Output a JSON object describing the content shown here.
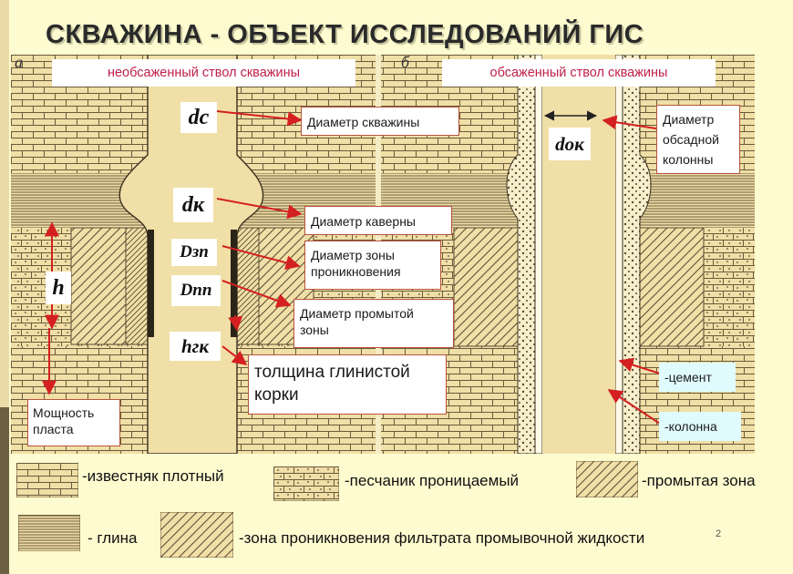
{
  "title": "СКВАЖИНА - ОБЪЕКТ  ИССЛЕДОВАНИЙ  ГИС",
  "panel_a_letter": "а",
  "panel_b_letter": "б",
  "header_open": "необсаженный ствол скважины",
  "header_cased": "обсаженный ствол скважины",
  "labels": {
    "dc": "dс",
    "dk": "dк",
    "dzp": "Dзп",
    "dpp": "Dпп",
    "hgk": "hгк",
    "h": "h",
    "dok": "dок"
  },
  "callouts": {
    "well_diameter": "Диаметр скважины",
    "cavern_diameter": "Диаметр каверны",
    "invasion_zone_1": "Диаметр зоны",
    "invasion_zone_2": " проникновения",
    "flushed_zone_1": "Диаметр промытой",
    "flushed_zone_2": "зоны",
    "mudcake_1": "толщина глинистой",
    "mudcake_2": "корки",
    "thickness_1": "Мощность",
    "thickness_2": "пласта",
    "casing_1": "Диаметр",
    "casing_2": "обсадной",
    "casing_3": "колонны",
    "cement": "-цемент",
    "column": "-колонна"
  },
  "legend": {
    "limestone": "-известняк плотный",
    "sandstone": "-песчаник проницаемый",
    "flushed": "-промытая зона",
    "clay": "- глина",
    "invasion": "-зона проникновения фильтрата промывочной жидкости"
  },
  "page_number": "2",
  "colors": {
    "background": "#fdfbcf",
    "diagram_bg": "#f0dfa6",
    "line": "#5a4a32",
    "arrow": "#d42020",
    "header_text": "#c0204a",
    "cyan_box": "#e0fbfd"
  }
}
